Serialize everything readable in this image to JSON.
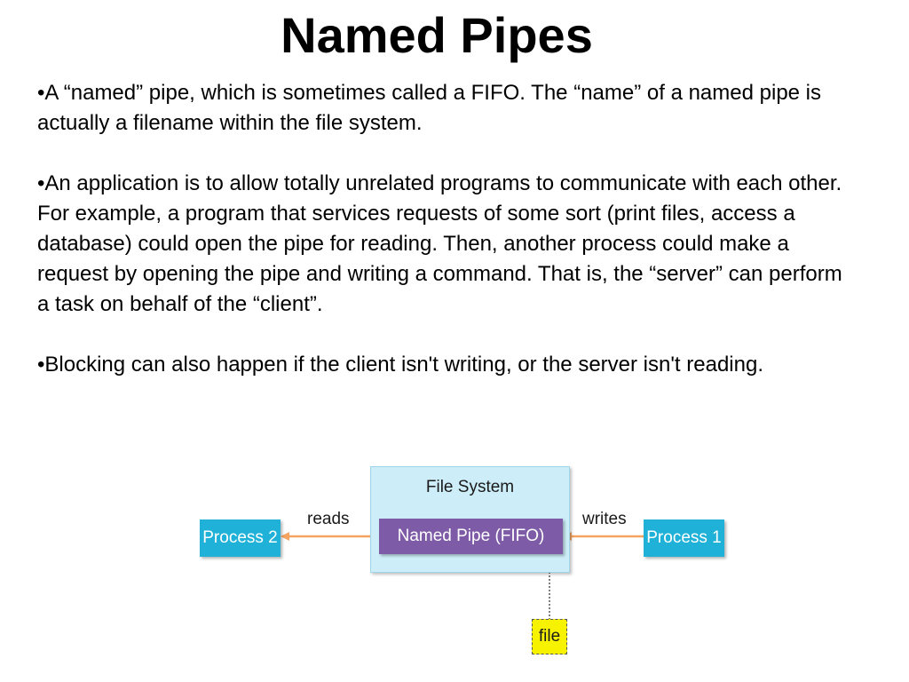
{
  "title": "Named Pipes",
  "bullets": [
    "•A “named” pipe, which is sometimes called a FIFO. The “name” of a named pipe is actually a filename within the file system.",
    "•An application is to allow totally unrelated programs to communicate with each other. For example, a program that services requests of some sort (print files, access a database) could open the pipe for reading. Then, another process could make a request by opening the pipe and writing a command. That is, the “server” can perform a task on behalf of the “client”.",
    "•Blocking can also happen if the client isn't writing, or the server isn't reading."
  ],
  "diagram": {
    "file_system_label": "File System",
    "named_pipe_label": "Named Pipe (FIFO)",
    "process2_label": "Process 2",
    "process1_label": "Process 1",
    "reads_label": "reads",
    "writes_label": "writes",
    "file_label": "file"
  },
  "colors": {
    "file_system_fill": "#cdeef9",
    "pipe_fill": "#7d5ba6",
    "process_fill": "#1fb1d8",
    "arrow": "#f4a460",
    "file_fill": "#f7f200"
  }
}
